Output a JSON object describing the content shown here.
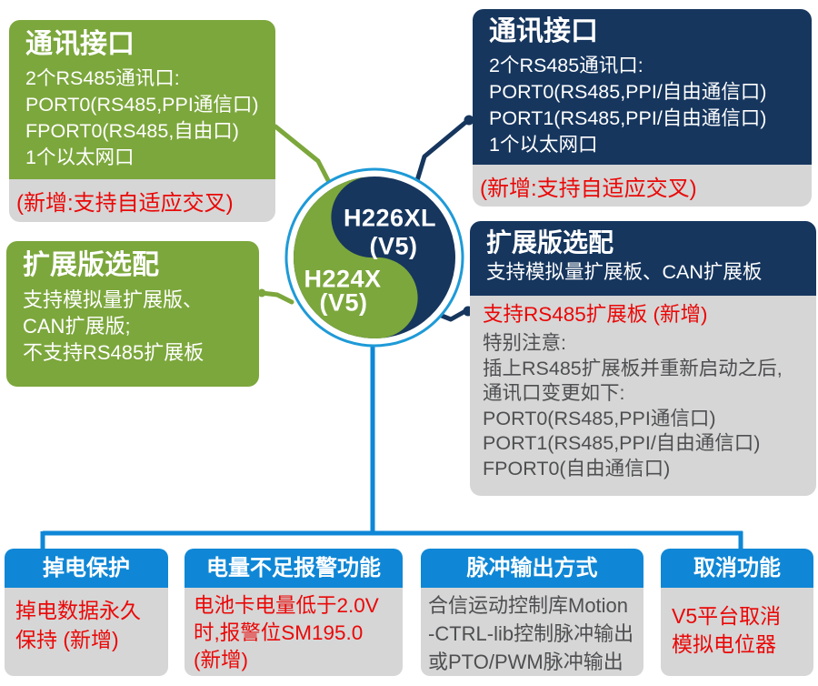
{
  "colors": {
    "green": "#7CA73C",
    "navy": "#16365E",
    "accent_blue": "#0F87D6",
    "ring_blue": "#1E9AD7",
    "panel_gray": "#D6D6D6",
    "alert_red": "#EA0808",
    "dark_text": "#4E4F51"
  },
  "center": {
    "model_top": "H226XL",
    "model_top_version": "(V5)",
    "model_bottom": "H224X",
    "model_bottom_version": "(V5)"
  },
  "boxes": {
    "comm_left": {
      "title": "通讯接口",
      "lines": [
        "2个RS485通讯口:",
        "PORT0(RS485,PPI通信口)",
        "FPORT0(RS485,自由口)",
        "1个以太网口"
      ],
      "note": "(新增:支持自适应交叉)"
    },
    "comm_right": {
      "title": "通讯接口",
      "lines": [
        "2个RS485通讯口:",
        "PORT0(RS485,PPI/自由通信口)",
        "PORT1(RS485,PPI/自由通信口)",
        "1个以太网口"
      ],
      "note": "(新增:支持自适应交叉)"
    },
    "exp_left": {
      "title": "扩展版选配",
      "lines": [
        "支持模拟量扩展版、",
        "CAN扩展版;",
        "不支持RS485扩展板"
      ]
    },
    "exp_right": {
      "title": "扩展版选配",
      "subtitle": "支持模拟量扩展板、CAN扩展板",
      "highlight": "支持RS485扩展板 (新增)",
      "notes": [
        "特别注意:",
        "插上RS485扩展板并重新启动之后,",
        "通讯口变更如下:",
        "PORT0(RS485,PPI通信口)",
        "PORT1(RS485,PPI/自由通信口)",
        "FPORT0(自由通信口)"
      ]
    }
  },
  "bottom_boxes": [
    {
      "title": "掉电保护",
      "lines": [
        "掉电数据永久",
        "保持 (新增)"
      ]
    },
    {
      "title": "电量不足报警功能",
      "lines": [
        "电池卡电量低于2.0V",
        "时,报警位SM195.0",
        "(新增)"
      ]
    },
    {
      "title": "脉冲输出方式",
      "lines": [
        "合信运动控制库Motion",
        "-CTRL-lib控制脉冲输出",
        "或PTO/PWM脉冲输出"
      ]
    },
    {
      "title": "取消功能",
      "lines": [
        "V5平台取消",
        "模拟电位器"
      ]
    }
  ]
}
